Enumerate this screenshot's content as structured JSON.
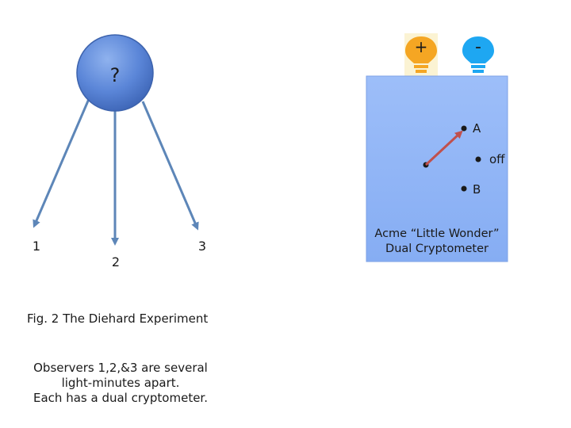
{
  "source": {
    "label": "?"
  },
  "observers": [
    {
      "label": "1"
    },
    {
      "label": "2"
    },
    {
      "label": "3"
    }
  ],
  "figure": {
    "title": "Fig. 2  The Diehard Experiment",
    "note_lines": [
      "Observers 1,2,&3 are several",
      "light-minutes apart.",
      "Each has a dual cryptometer."
    ]
  },
  "device": {
    "name_lines": [
      "Acme “Little Wonder”",
      "Dual Cryptometer"
    ],
    "switch_positions": {
      "a": "A",
      "off": "off",
      "b": "B"
    },
    "lamps": {
      "plus": {
        "symbol": "+",
        "color": "#f5a623"
      },
      "minus": {
        "symbol": "-",
        "color": "#1ea7f2"
      }
    }
  },
  "colors": {
    "node_fill": "#5b86d8",
    "arrow": "#5d86b8",
    "device_fill": "#8fb4f7",
    "lever": "#c0504d"
  }
}
